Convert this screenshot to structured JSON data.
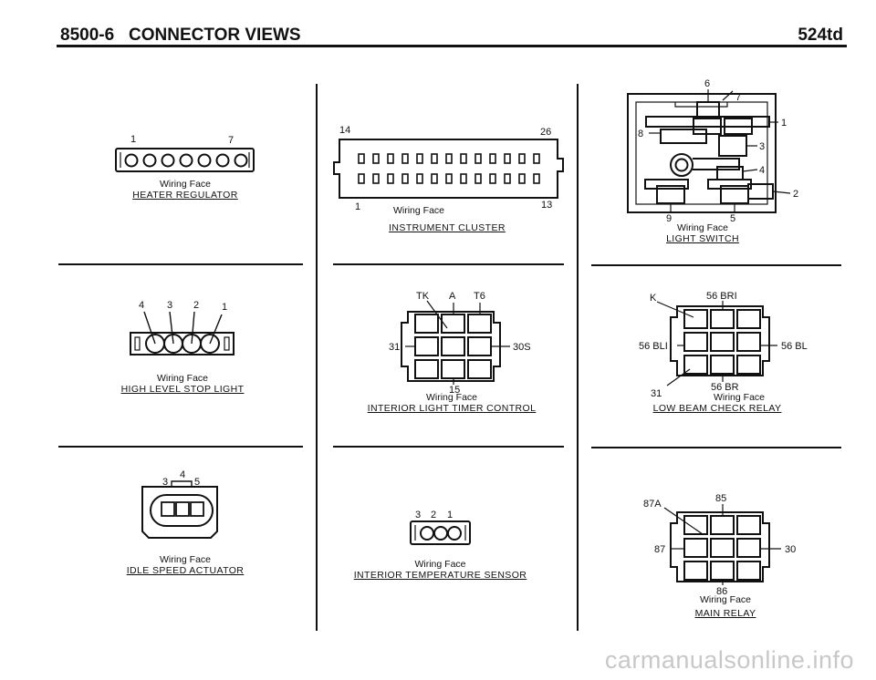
{
  "header": {
    "left": "8500-6   CONNECTOR VIEWS",
    "right": "524td"
  },
  "wiring_face": "Wiring Face",
  "connectors": {
    "heater_regulator": {
      "title": "HEATER REGULATOR",
      "pins": [
        "1",
        "7"
      ]
    },
    "instrument_cluster": {
      "title": "INSTRUMENT CLUSTER",
      "pins": [
        "14",
        "26",
        "1",
        "13"
      ]
    },
    "light_switch": {
      "title": "LIGHT SWITCH",
      "pins": [
        "6",
        "7",
        "8",
        "1",
        "3",
        "4",
        "2",
        "9",
        "5"
      ]
    },
    "high_level_stop_light": {
      "title": "HIGH LEVEL STOP LIGHT",
      "pins": [
        "4",
        "3",
        "2",
        "1"
      ]
    },
    "interior_light_timer_control": {
      "title": "INTERIOR LIGHT TIMER CONTROL",
      "pins": [
        "TK",
        "A",
        "T6",
        "31",
        "30S",
        "15"
      ]
    },
    "low_beam_check_relay": {
      "title": "LOW BEAM CHECK RELAY",
      "pins": [
        "K",
        "56 BRI",
        "56 BLI",
        "56 BL",
        "31",
        "56 BR"
      ]
    },
    "idle_speed_actuator": {
      "title": "IDLE SPEED ACTUATOR",
      "pins": [
        "3",
        "4",
        "5"
      ]
    },
    "interior_temperature_sensor": {
      "title": "INTERIOR TEMPERATURE SENSOR",
      "pins": [
        "3",
        "2",
        "1"
      ]
    },
    "main_relay": {
      "title": "MAIN RELAY",
      "pins": [
        "87A",
        "85",
        "87",
        "30",
        "86"
      ]
    }
  },
  "watermark": "carmanualsonline.info"
}
